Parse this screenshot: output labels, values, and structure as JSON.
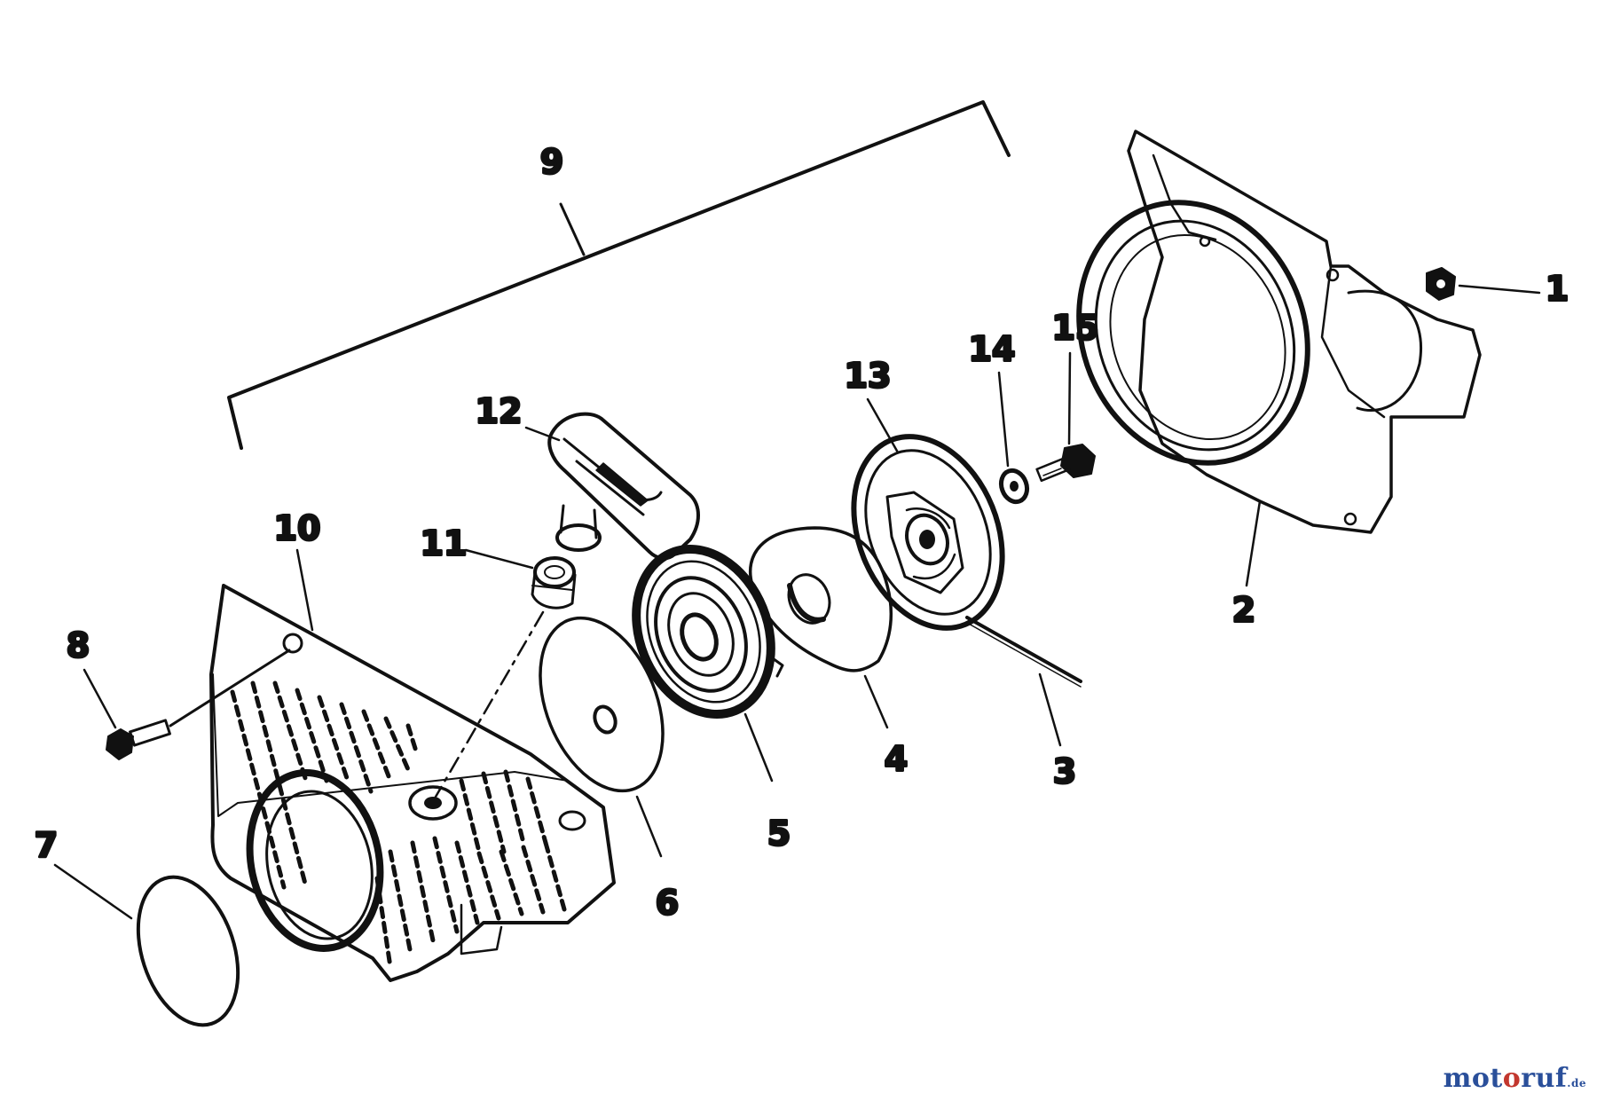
{
  "callouts": {
    "c1": "1",
    "c2": "2",
    "c3": "3",
    "c4": "4",
    "c5": "5",
    "c6": "6",
    "c7": "7",
    "c8": "8",
    "c9": "9",
    "c10": "10",
    "c11": "11",
    "c12": "12",
    "c13": "13",
    "c14": "14",
    "c15": "15"
  },
  "watermark": {
    "brand_parts": [
      "mot",
      "o",
      "ruf"
    ],
    "suffix": ".de",
    "colors": {
      "primary": "#2a4f9a",
      "accent": "#c2372e"
    }
  },
  "colors": {
    "ink": "#111111",
    "paper": "#ffffff"
  }
}
